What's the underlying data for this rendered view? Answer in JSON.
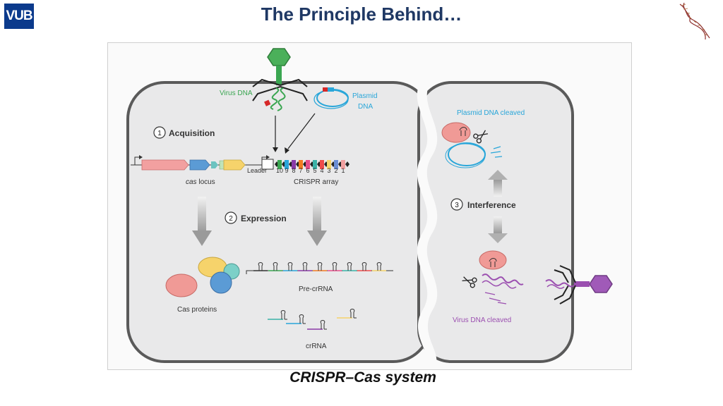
{
  "slide": {
    "title": "The Principle Behind…",
    "logo": "VUB",
    "caption": "CRISPR–Cas system"
  },
  "diagram": {
    "virus_dna": "Virus DNA",
    "plasmid_dna_line1": "Plasmid",
    "plasmid_dna_line2": "DNA",
    "acquisition_num": "1",
    "acquisition": "Acquisition",
    "leader": "Leader",
    "array_numbers": [
      "10",
      "9",
      "8",
      "7",
      "6",
      "5",
      "4",
      "3",
      "2",
      "1"
    ],
    "cas_locus_italic": "cas",
    "cas_locus_rest": " locus",
    "crispr_array": "CRISPR array",
    "expression_num": "2",
    "expression": "Expression",
    "pre_crrna": "Pre-crRNA",
    "cas_proteins": "Cas proteins",
    "crrna": "crRNA",
    "plasmid_cleaved": "Plasmid DNA cleaved",
    "interference_num": "3",
    "interference": "Interference",
    "virus_cleaved": "Virus DNA cleaved"
  },
  "colors": {
    "title": "#1f3864",
    "virus_green": "#3aa651",
    "plasmid_blue": "#29a6d9",
    "virus_purple": "#9b4fb0",
    "cell_fill": "#e9e9ea",
    "cell_border": "#5a5a5a"
  }
}
